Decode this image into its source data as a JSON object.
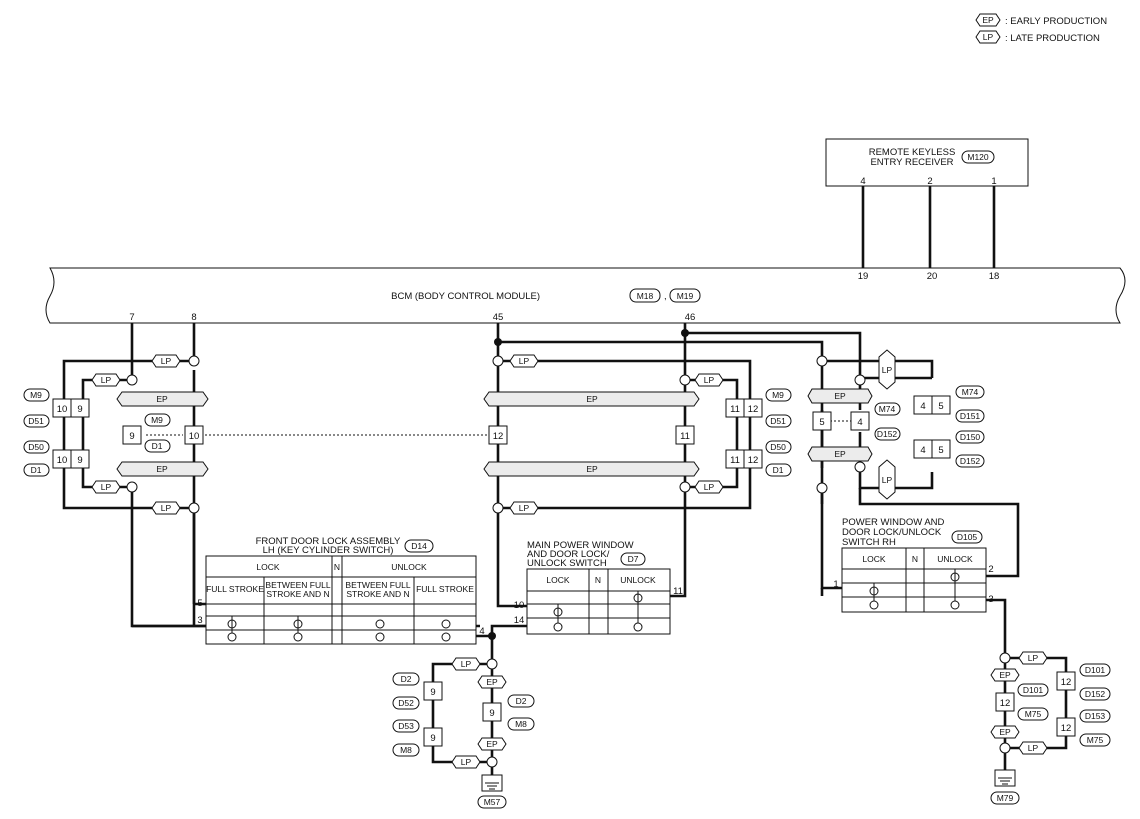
{
  "legend": {
    "ep_tag": "EP",
    "ep_label": ": EARLY PRODUCTION",
    "lp_tag": "LP",
    "lp_label": ": LATE PRODUCTION"
  },
  "receiver": {
    "title1": "REMOTE KEYLESS",
    "title2": "ENTRY RECEIVER",
    "ref": "M120",
    "pins": [
      "4",
      "2",
      "1"
    ]
  },
  "bcm": {
    "label": "BCM (BODY CONTROL MODULE)",
    "ref1": "M18",
    "ref2": "M19",
    "sep": ",",
    "pins_top": [
      "19",
      "20",
      "18"
    ],
    "pins_bottom": [
      "7",
      "8",
      "45",
      "46"
    ]
  },
  "tags": {
    "ep": "EP",
    "lp": "LP"
  },
  "left_cluster": {
    "refs_left": [
      "M9",
      "D51",
      "D50",
      "D1"
    ],
    "pins_left": [
      "10",
      "9",
      "10",
      "9"
    ],
    "mid_pin": "9",
    "mid_refs": [
      "M9",
      "D1"
    ],
    "right_pin": "10"
  },
  "center_cluster": {
    "pin_left": "12",
    "pin_right": "11",
    "refs_right": [
      "M9",
      "D51",
      "D50",
      "D1"
    ],
    "pins_right_a": [
      "11",
      "11"
    ],
    "pins_right_b": [
      "12",
      "12"
    ]
  },
  "right_cluster": {
    "refs": [
      "M74",
      "D151",
      "D150",
      "D152"
    ],
    "pins_a": [
      "4",
      "4"
    ],
    "pins_b": [
      "5",
      "5"
    ],
    "mid_pin_left": "5",
    "mid_pin_right": "4",
    "mid_refs": [
      "M74",
      "D152"
    ]
  },
  "front_door": {
    "title1": "FRONT DOOR LOCK ASSEMBLY",
    "title2": "LH (KEY CYLINDER SWITCH)",
    "ref": "D14",
    "lock": "LOCK",
    "n": "N",
    "unlock": "UNLOCK",
    "col1": "FULL STROKE",
    "col2a": "BETWEEN FULL",
    "col2b": "STROKE AND N",
    "col3a": "BETWEEN FULL",
    "col3b": "STROKE AND N",
    "col4": "FULL STROKE",
    "pins": [
      "5",
      "3",
      "4"
    ]
  },
  "main_switch": {
    "title1": "MAIN POWER WINDOW",
    "title2": "AND DOOR LOCK/",
    "title3": "UNLOCK SWITCH",
    "ref": "D7",
    "lock": "LOCK",
    "n": "N",
    "unlock": "UNLOCK",
    "pins": [
      "10",
      "14",
      "11"
    ]
  },
  "rh_switch": {
    "title1": "POWER WINDOW AND",
    "title2": "DOOR LOCK/UNLOCK",
    "title3": "SWITCH RH",
    "ref": "D105",
    "lock": "LOCK",
    "n": "N",
    "unlock": "UNLOCK",
    "pins": [
      "1",
      "2",
      "3"
    ]
  },
  "ground_left": {
    "refs": [
      "D2",
      "D52",
      "D53",
      "M8"
    ],
    "pins": [
      "9",
      "9"
    ],
    "mid_pin": "9",
    "mid_refs": [
      "D2",
      "M8"
    ],
    "ground": "M57"
  },
  "ground_right": {
    "refs": [
      "D101",
      "D152",
      "D153",
      "M75"
    ],
    "pins": [
      "12",
      "12"
    ],
    "mid_pin": "12",
    "mid_refs": [
      "D101",
      "M75"
    ],
    "ground": "M79"
  }
}
